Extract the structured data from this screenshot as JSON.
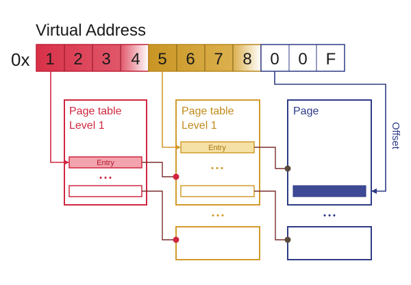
{
  "title": "Virtual Address",
  "prefix": "0x",
  "digits": [
    "1",
    "2",
    "3",
    "4",
    "5",
    "6",
    "7",
    "8",
    "0",
    "0",
    "F"
  ],
  "tables": [
    {
      "title_line1": "Page table",
      "title_line2": "Level 1",
      "entry_label": "Entry",
      "ellipsis": "• • •"
    },
    {
      "title_line1": "Page table",
      "title_line2": "Level 1",
      "entry_label": "Entry",
      "ellipsis": "• • •"
    }
  ],
  "page": {
    "title": "Page",
    "ellipsis": "• • •"
  },
  "middle_ellipsis": "• • •",
  "offset_label": "Offset",
  "colors": {
    "red": "#d0263f",
    "red_fill": "#f2a3ae",
    "gold": "#d29a2a",
    "gold_fill": "#f5e0a6",
    "navy": "#2d3a86",
    "connector": "#7a2b2b"
  }
}
